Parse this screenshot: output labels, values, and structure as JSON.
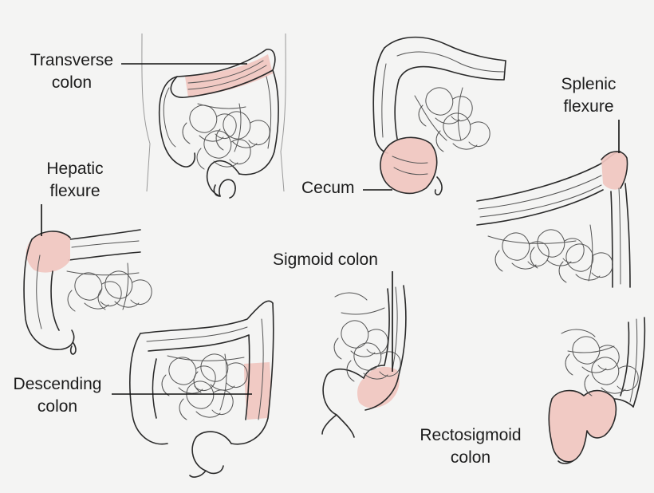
{
  "highlight_color": "#f0c5c0",
  "outline_color": "#2a2a2a",
  "background_color": "#f4f4f3",
  "labels": {
    "transverse": {
      "line1": "Transverse",
      "line2": "colon"
    },
    "cecum": {
      "line1": "Cecum"
    },
    "splenic": {
      "line1": "Splenic",
      "line2": "flexure"
    },
    "hepatic": {
      "line1": "Hepatic",
      "line2": "flexure"
    },
    "sigmoid": {
      "line1": "Sigmoid colon"
    },
    "descending": {
      "line1": "Descending",
      "line2": "colon"
    },
    "rectosigmoid": {
      "line1": "Rectosigmoid",
      "line2": "colon"
    }
  }
}
